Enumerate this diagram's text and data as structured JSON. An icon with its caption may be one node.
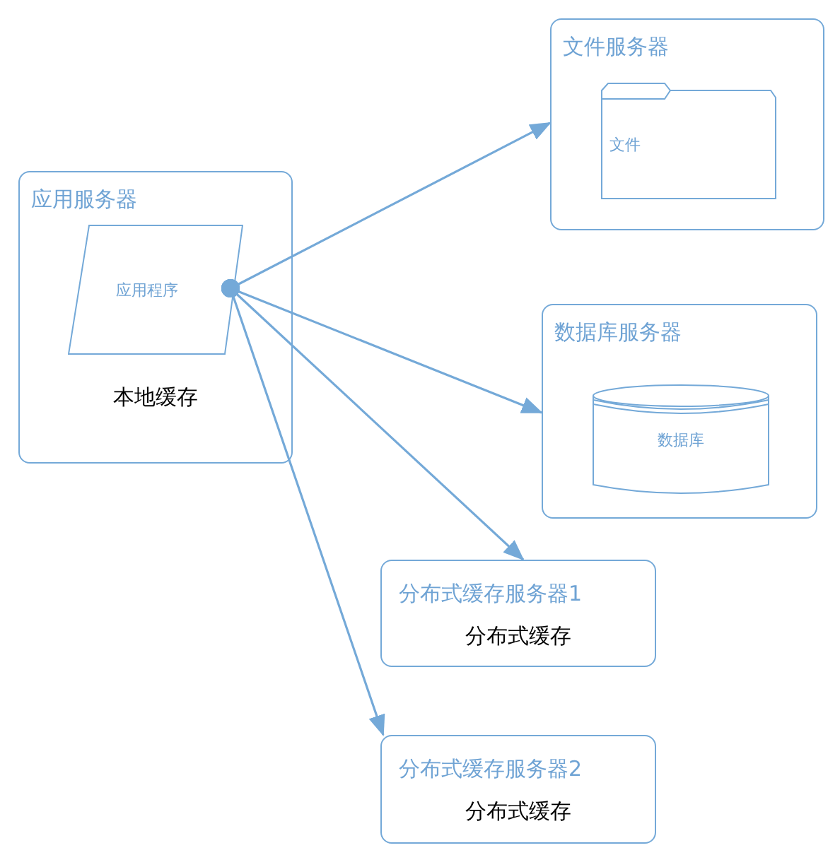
{
  "diagram": {
    "nodes": [
      {
        "text": [
          "应用服务器",
          "本地缓存"
        ]
      },
      {
        "text": [
          "应用程序"
        ],
        "in": 0
      },
      {
        "text": [
          "文件服务器"
        ]
      },
      {
        "text": [
          "文件"
        ],
        "in": 2
      },
      {
        "text": [
          "数据库服务器"
        ]
      },
      {
        "text": [
          "数据库"
        ],
        "in": 4
      },
      {
        "text": [
          "分布式缓存服务器1",
          "分布式缓存"
        ]
      },
      {
        "text": [
          "分布式缓存服务器2",
          "分布式缓存"
        ]
      }
    ],
    "edges": [
      {
        "from": 1,
        "to": 2,
        "arrow": "to"
      },
      {
        "from": 1,
        "to": 4,
        "arrow": "to"
      },
      {
        "from": 1,
        "to": 6,
        "arrow": "to"
      },
      {
        "from": 1,
        "to": 7,
        "arrow": "to"
      }
    ]
  }
}
